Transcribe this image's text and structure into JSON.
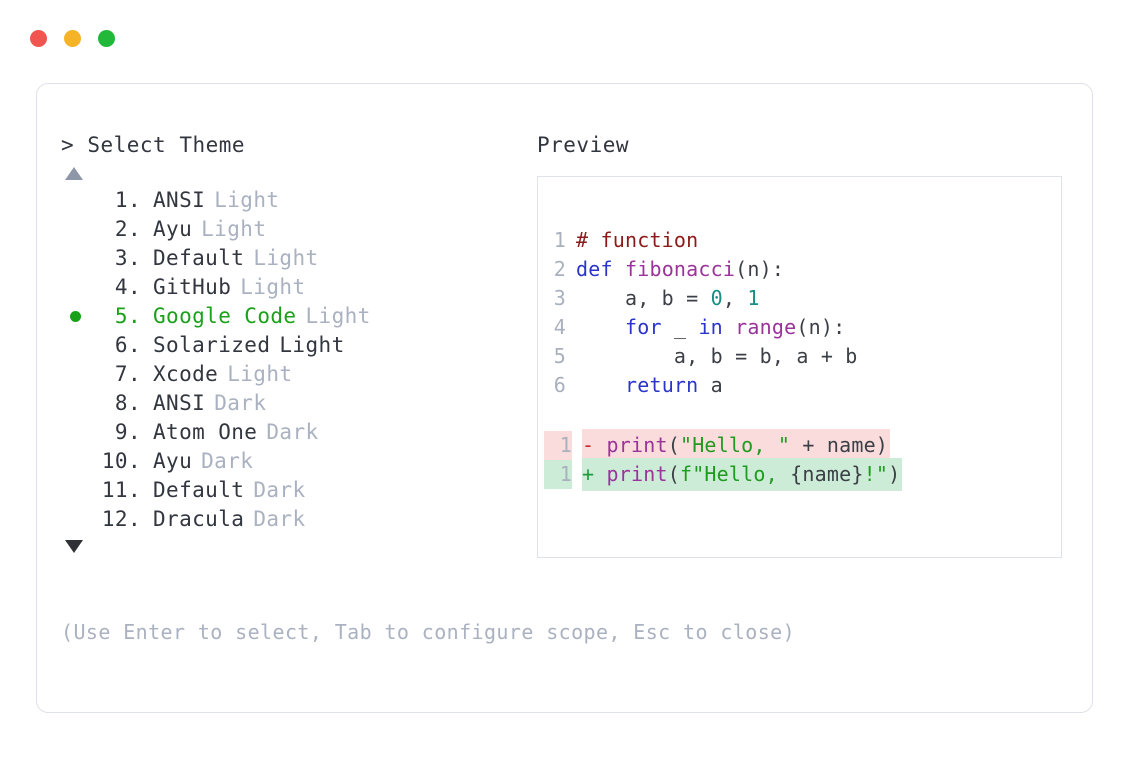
{
  "window": {
    "traffic_lights": [
      {
        "name": "close",
        "color": "#f0564f"
      },
      {
        "name": "minimize",
        "color": "#f5b427"
      },
      {
        "name": "maximize",
        "color": "#22b93b"
      }
    ]
  },
  "selector": {
    "prompt_symbol": ">",
    "prompt_title": "Select Theme",
    "scroll_up_icon": "triangle-up",
    "scroll_down_icon": "triangle-down",
    "selected_index": 5,
    "selected_bullet_color": "#18a018",
    "selected_text_color": "#1ba11b",
    "items": [
      {
        "index": "1.",
        "name": "ANSI",
        "variant": "Light",
        "variant_strong": false
      },
      {
        "index": "2.",
        "name": "Ayu",
        "variant": "Light",
        "variant_strong": false
      },
      {
        "index": "3.",
        "name": "Default",
        "variant": "Light",
        "variant_strong": false
      },
      {
        "index": "4.",
        "name": "GitHub",
        "variant": "Light",
        "variant_strong": false
      },
      {
        "index": "5.",
        "name": "Google Code",
        "variant": "Light",
        "variant_strong": false
      },
      {
        "index": "6.",
        "name": "Solarized",
        "variant": "Light",
        "variant_strong": true
      },
      {
        "index": "7.",
        "name": "Xcode",
        "variant": "Light",
        "variant_strong": false
      },
      {
        "index": "8.",
        "name": "ANSI",
        "variant": "Dark",
        "variant_strong": false
      },
      {
        "index": "9.",
        "name": "Atom One",
        "variant": "Dark",
        "variant_strong": false
      },
      {
        "index": "10.",
        "name": "Ayu",
        "variant": "Dark",
        "variant_strong": false
      },
      {
        "index": "11.",
        "name": "Default",
        "variant": "Dark",
        "variant_strong": false
      },
      {
        "index": "12.",
        "name": "Dracula",
        "variant": "Dark",
        "variant_strong": false
      }
    ],
    "hint": "(Use Enter to select, Tab to configure scope, Esc to close)"
  },
  "preview": {
    "label": "Preview",
    "code_lines": [
      {
        "num": "1",
        "tokens": [
          {
            "t": "# function",
            "c": "c-comment"
          }
        ]
      },
      {
        "num": "2",
        "tokens": [
          {
            "t": "def ",
            "c": "c-kw"
          },
          {
            "t": "fibonacci",
            "c": "c-fn"
          },
          {
            "t": "(n):",
            "c": "c-plain"
          }
        ]
      },
      {
        "num": "3",
        "tokens": [
          {
            "t": "    a, b = ",
            "c": "c-plain"
          },
          {
            "t": "0",
            "c": "c-num"
          },
          {
            "t": ", ",
            "c": "c-plain"
          },
          {
            "t": "1",
            "c": "c-num"
          }
        ]
      },
      {
        "num": "4",
        "tokens": [
          {
            "t": "    ",
            "c": "c-plain"
          },
          {
            "t": "for",
            "c": "c-kw"
          },
          {
            "t": " _ ",
            "c": "c-plain"
          },
          {
            "t": "in",
            "c": "c-kw"
          },
          {
            "t": " ",
            "c": "c-plain"
          },
          {
            "t": "range",
            "c": "c-fn"
          },
          {
            "t": "(n):",
            "c": "c-plain"
          }
        ]
      },
      {
        "num": "5",
        "tokens": [
          {
            "t": "        a, b = b, a + b",
            "c": "c-plain"
          }
        ]
      },
      {
        "num": "6",
        "tokens": [
          {
            "t": "    ",
            "c": "c-plain"
          },
          {
            "t": "return",
            "c": "c-kw"
          },
          {
            "t": " a",
            "c": "c-plain"
          }
        ]
      }
    ],
    "diff_lines": [
      {
        "num": "1",
        "sign": "-",
        "kind": "del",
        "bg": "#fbdcdc",
        "tokens": [
          {
            "t": "print",
            "c": "c-fn"
          },
          {
            "t": "(",
            "c": "c-plain"
          },
          {
            "t": "\"Hello, \"",
            "c": "c-str"
          },
          {
            "t": " + name)",
            "c": "c-plain"
          }
        ]
      },
      {
        "num": "1",
        "sign": "+",
        "kind": "add",
        "bg": "#cdecd7",
        "tokens": [
          {
            "t": "print",
            "c": "c-fn"
          },
          {
            "t": "(",
            "c": "c-plain"
          },
          {
            "t": "f\"Hello, ",
            "c": "c-str"
          },
          {
            "t": "{name}",
            "c": "c-plain"
          },
          {
            "t": "!\"",
            "c": "c-str"
          },
          {
            "t": ")",
            "c": "c-plain"
          }
        ]
      }
    ]
  }
}
